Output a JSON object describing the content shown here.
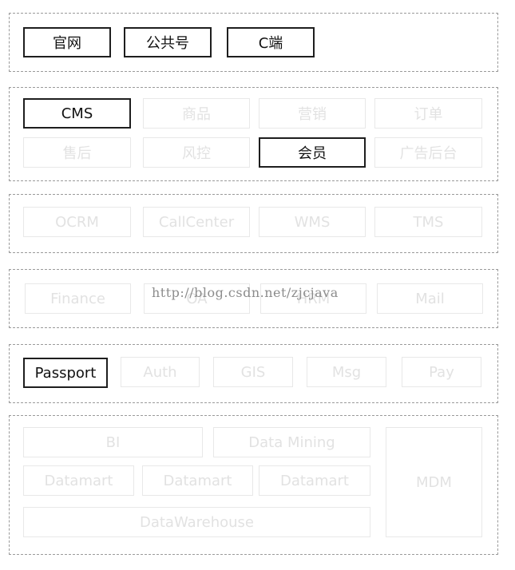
{
  "channel_layer": {
    "official_site": "官网",
    "public_account": "公共号",
    "c_end": "C端"
  },
  "business_layer": {
    "cms": "CMS",
    "product": "商品",
    "marketing": "营销",
    "order": "订单",
    "after_sales": "售后",
    "risk_control": "风控",
    "member": "会员",
    "advertising_backend": "广告后台"
  },
  "operations_layer": {
    "ocrm": "OCRM",
    "callcenter": "CallCenter",
    "wms": "WMS",
    "tms": "TMS"
  },
  "office_layer": {
    "finance": "Finance",
    "oa": "OA",
    "hrm": "HRM",
    "mail": "Mail"
  },
  "common_services_layer": {
    "passport": "Passport",
    "auth": "Auth",
    "gis": "GIS",
    "msg": "Msg",
    "pay": "Pay"
  },
  "data_layer": {
    "bi": "BI",
    "data_mining": "Data Mining",
    "datamart_1": "Datamart",
    "datamart_2": "Datamart",
    "datamart_3": "Datamart",
    "datawarehouse": "DataWarehouse",
    "mdm": "MDM"
  },
  "watermark": "http://blog.csdn.net/zjcjava"
}
